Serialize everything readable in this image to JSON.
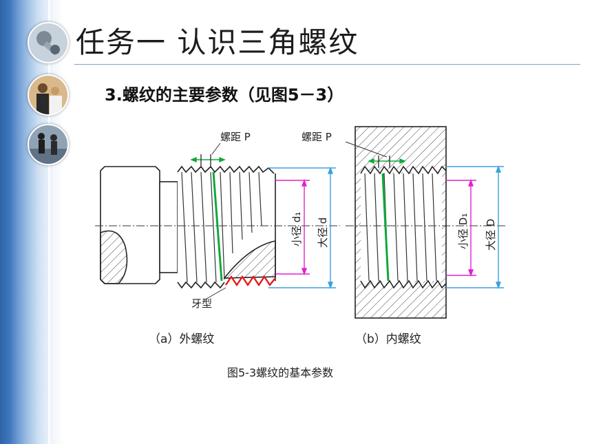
{
  "slide": {
    "title": "任务一   认识三角螺纹",
    "subtitle": "3.螺纹的主要参数（见图5－3）",
    "caption": "图5-3螺纹的基本参数"
  },
  "figure": {
    "left_pitch_label": "螺距 P",
    "right_pitch_label": "螺距 P",
    "minor_d_label": "小径 d₁",
    "major_d_label": "大径 d",
    "minor_D_label": "小径 D₁",
    "major_D_label": "大径 D",
    "thread_profile_label": "牙型",
    "external_caption": "（a）外螺纹",
    "internal_caption": "（b）内螺纹",
    "colors": {
      "pitch": "#10a83a",
      "minor": "#e020d0",
      "major": "#3aa0e0",
      "profile": "#e81818"
    }
  },
  "sidebar": {
    "icons": [
      "tools-photo",
      "business-people-photo",
      "walking-people-photo"
    ]
  }
}
